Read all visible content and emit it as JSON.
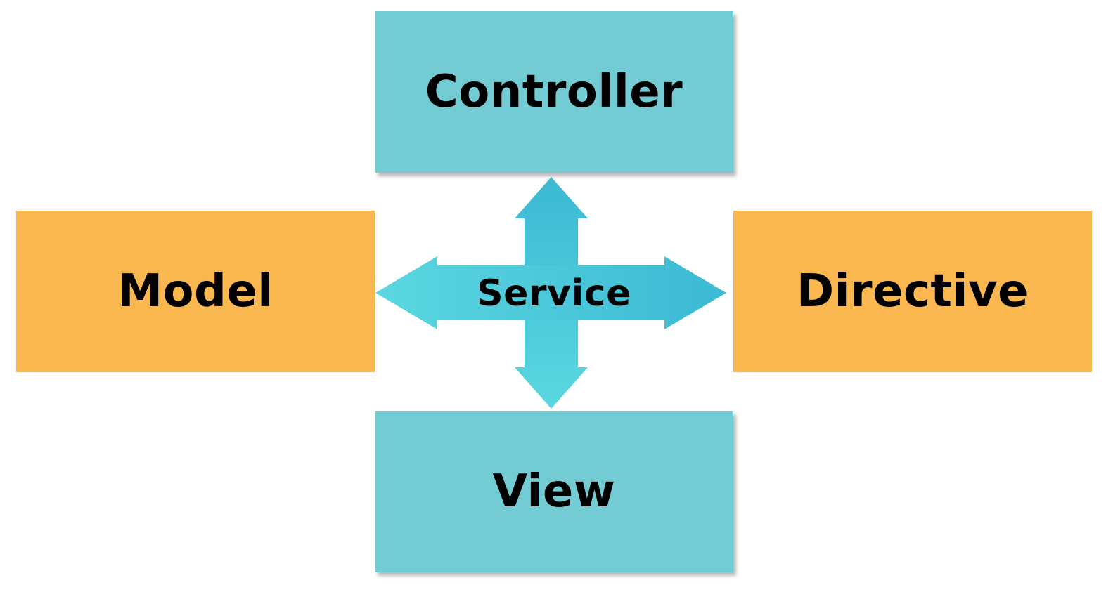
{
  "colors": {
    "teal_box": "#73cbd4",
    "orange_box": "#fab74f",
    "arrow_light": "#5bd7e0",
    "arrow_dark": "#3cb9d4",
    "text": "#000000"
  },
  "nodes": {
    "controller": {
      "label": "Controller",
      "color": "teal"
    },
    "model": {
      "label": "Model",
      "color": "orange"
    },
    "directive": {
      "label": "Directive",
      "color": "orange"
    },
    "view": {
      "label": "View",
      "color": "teal"
    }
  },
  "center": {
    "label": "Service",
    "shape": "four-way-arrow",
    "connects": [
      "controller",
      "model",
      "directive",
      "view"
    ]
  }
}
